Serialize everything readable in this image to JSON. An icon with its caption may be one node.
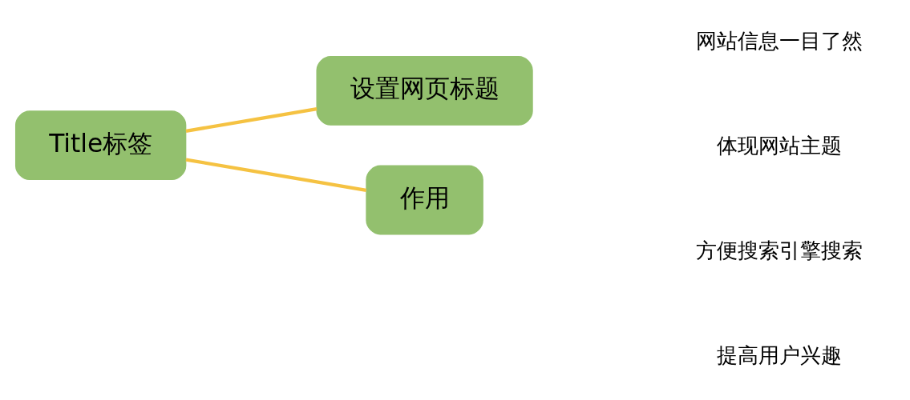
{
  "diagram": {
    "nodes": [
      {
        "text": [
          "Title标签"
        ]
      },
      {
        "text": [
          "设置网页标题"
        ]
      },
      {
        "text": [
          "作用"
        ]
      }
    ],
    "edges": [
      {
        "from": 0,
        "to": 1,
        "arrow": "none"
      },
      {
        "from": 0,
        "to": 2,
        "arrow": "none"
      }
    ],
    "labels": [
      "网站信息一目了然",
      "体现网站主题",
      "方便搜索引擎搜索",
      "提高用户兴趣"
    ]
  }
}
